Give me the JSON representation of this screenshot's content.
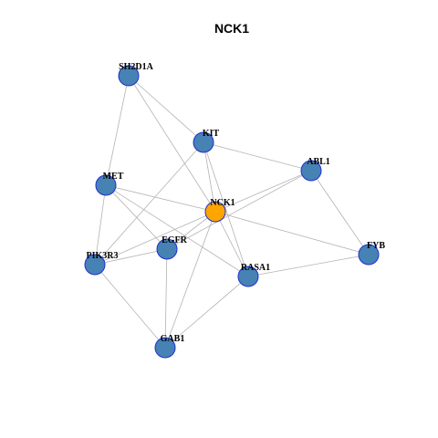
{
  "title": "NCK1",
  "colors": {
    "node_fill": "#4682b4",
    "center_fill": "#ffa500",
    "node_stroke": "#1f2fd1",
    "edge": "#b3b3b3"
  },
  "center": "NCK1",
  "nodes": [
    {
      "id": "SH2D1A",
      "label": "SH2D1A"
    },
    {
      "id": "KIT",
      "label": "KIT"
    },
    {
      "id": "ABL1",
      "label": "ABL1"
    },
    {
      "id": "MET",
      "label": "MET"
    },
    {
      "id": "NCK1",
      "label": "NCK1"
    },
    {
      "id": "EGFR",
      "label": "EGFR"
    },
    {
      "id": "PIK3R3",
      "label": "PIK3R3"
    },
    {
      "id": "FYB",
      "label": "FYB"
    },
    {
      "id": "RASA1",
      "label": "RASA1"
    },
    {
      "id": "GAB1",
      "label": "GAB1"
    }
  ],
  "edges": [
    [
      "SH2D1A",
      "KIT"
    ],
    [
      "SH2D1A",
      "NCK1"
    ],
    [
      "SH2D1A",
      "MET"
    ],
    [
      "KIT",
      "NCK1"
    ],
    [
      "KIT",
      "ABL1"
    ],
    [
      "KIT",
      "RASA1"
    ],
    [
      "KIT",
      "PIK3R3"
    ],
    [
      "ABL1",
      "NCK1"
    ],
    [
      "ABL1",
      "EGFR"
    ],
    [
      "ABL1",
      "FYB"
    ],
    [
      "MET",
      "NCK1"
    ],
    [
      "MET",
      "EGFR"
    ],
    [
      "MET",
      "PIK3R3"
    ],
    [
      "MET",
      "RASA1"
    ],
    [
      "NCK1",
      "EGFR"
    ],
    [
      "NCK1",
      "PIK3R3"
    ],
    [
      "NCK1",
      "RASA1"
    ],
    [
      "NCK1",
      "GAB1"
    ],
    [
      "NCK1",
      "FYB"
    ],
    [
      "EGFR",
      "PIK3R3"
    ],
    [
      "EGFR",
      "GAB1"
    ],
    [
      "PIK3R3",
      "GAB1"
    ],
    [
      "RASA1",
      "GAB1"
    ],
    [
      "RASA1",
      "FYB"
    ]
  ]
}
